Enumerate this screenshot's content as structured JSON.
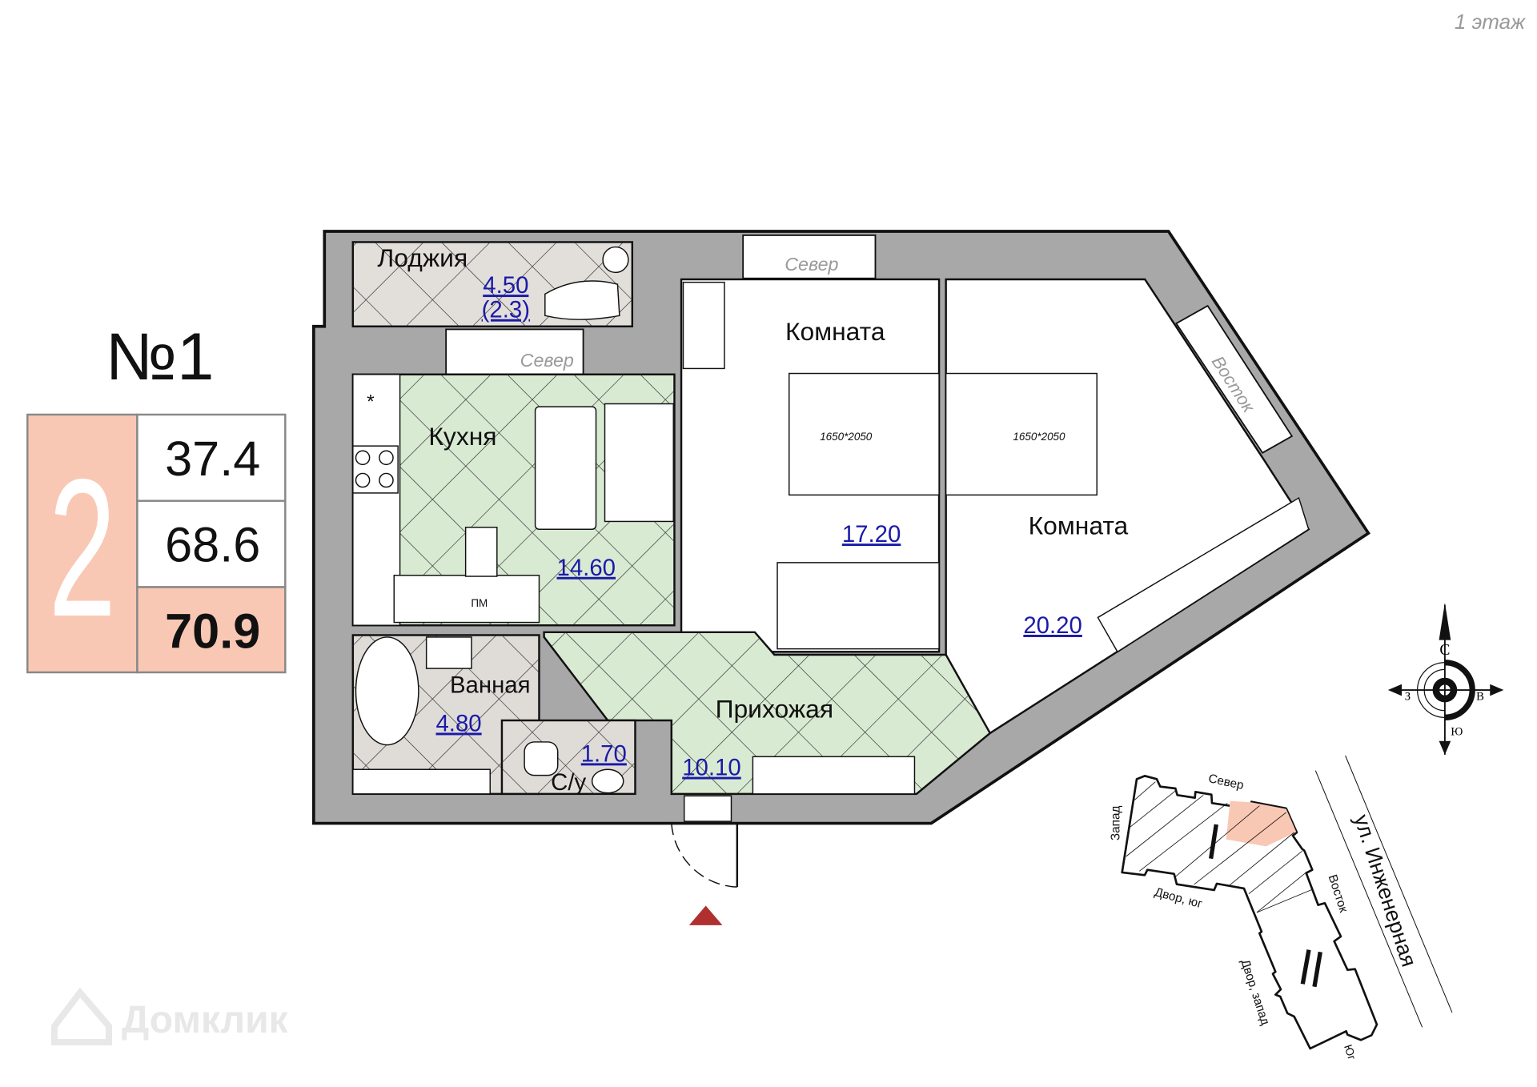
{
  "floor_label": "1 этаж",
  "apartment": {
    "number": "№1",
    "rooms_count": "2",
    "living_area": "37.4",
    "area_without_loggia": "68.6",
    "total_area": "70.9",
    "accent_color": "#f9c8b4"
  },
  "rooms": {
    "loggia": {
      "name": "Лоджия",
      "area": "4.50",
      "area_reduced": "(2.3)"
    },
    "kitchen": {
      "name": "Кухня",
      "area": "14.60",
      "appliance": "ПМ",
      "mark": "*"
    },
    "room1": {
      "name": "Комната",
      "area": "17.20",
      "bed": "1650*2050"
    },
    "room2": {
      "name": "Комната",
      "area": "20.20",
      "bed": "1650*2050"
    },
    "bathroom": {
      "name": "Ванная",
      "area": "4.80"
    },
    "wc": {
      "name": "С/у",
      "area": "1.70"
    },
    "hall": {
      "name": "Прихожая",
      "area": "10.10"
    }
  },
  "window_labels": {
    "north_room": "Север",
    "north_kitchen": "Север",
    "east_room": "Восток"
  },
  "compass": {
    "north": "С",
    "south": "Ю",
    "west": "З",
    "east": "В"
  },
  "site_plan": {
    "north": "Север",
    "west": "Запад",
    "east": "Восток",
    "yard_south": "Двор, юг",
    "yard_west": "Двор, запад",
    "south": "Юг",
    "street": "ул. Инженерная",
    "section1": "I",
    "section2": "II",
    "highlight_color": "#f9c8b4"
  },
  "entrance_marker_color": "#b03030",
  "watermark": "Домклик",
  "colors": {
    "wall": "#a8a8a8",
    "wet_floor": "#dfdcd8",
    "tile_floor": "#d9ead3",
    "area_text": "#1a1aa8"
  }
}
